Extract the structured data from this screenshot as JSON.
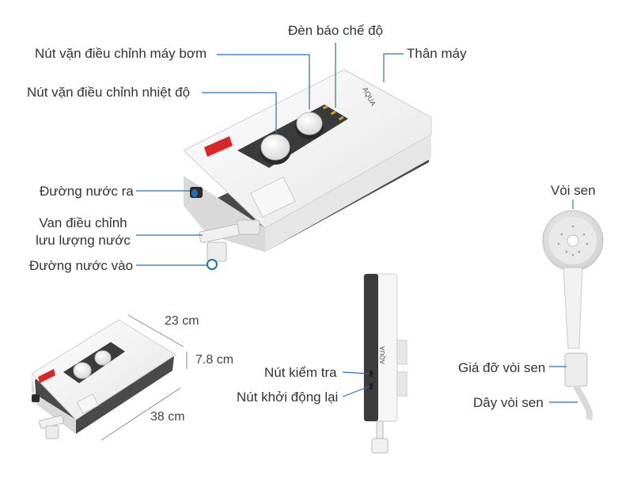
{
  "labels": {
    "pump_knob": "Nút vặn điều chỉnh máy bơm",
    "mode_led": "Đèn báo chế độ",
    "body": "Thân máy",
    "temp_knob": "Nút vặn điều chỉnh nhiệt độ",
    "water_out": "Đường nước ra",
    "flow_valve_line1": "Van điều chỉnh",
    "flow_valve_line2": "lưu lượng nước",
    "water_in": "Đường nước vào",
    "shower_head": "Vòi sen",
    "test_button": "Nút kiểm tra",
    "reset_button": "Nút khởi động lại",
    "shower_holder": "Giá đỡ vòi sen",
    "shower_hose": "Dây vòi sen"
  },
  "dimensions": {
    "width": "23 cm",
    "depth": "7.8 cm",
    "length": "38 cm"
  },
  "brand": "AQUA",
  "colors": {
    "leader_line": "#2a6fb5",
    "body_white": "#f4f4f4",
    "panel_dark": "#3b3b3b",
    "red_tag": "#d8262a"
  }
}
